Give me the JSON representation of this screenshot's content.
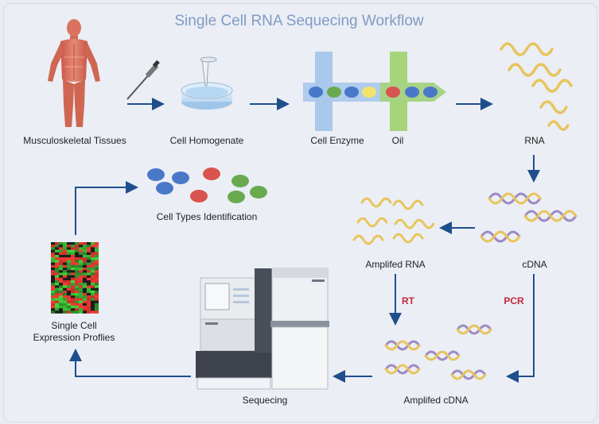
{
  "title": "Single Cell RNA Sequecing Workflow",
  "steps": {
    "tissues": "Musculoskeletal Tissues",
    "homogenate": "Cell Homogenate",
    "enzyme": "Cell Enzyme",
    "oil": "Oil",
    "rna": "RNA",
    "cdna": "cDNA",
    "amplified_rna": "Amplifed RNA",
    "amplified_cdna": "Amplifed cDNA",
    "sequencing": "Sequecing",
    "profiles_line1": "Single Cell",
    "profiles_line2": "Expression Proflies",
    "cell_types": "Cell Types Identification"
  },
  "arrow_labels": {
    "rt": "RT",
    "pcr": "PCR"
  },
  "colors": {
    "title": "#7f9cc4",
    "arrow": "#1f4e8c",
    "cell_blue": "#4a78c8",
    "cell_red": "#d9534f",
    "cell_green": "#6aaa4f",
    "enzyme_channel": "#a8c8ec",
    "oil_channel": "#a6d47a",
    "rna_strand": "#e7c55b",
    "accent_label": "#c6283a"
  },
  "icons": [
    "human-body-icon",
    "pipette-icon",
    "petri-dish-icon",
    "microfluidic-chip-icon",
    "rna-strand-icon",
    "dna-helix-icon",
    "heatmap-icon",
    "sequencer-machine-icon",
    "cell-cluster-icon"
  ]
}
